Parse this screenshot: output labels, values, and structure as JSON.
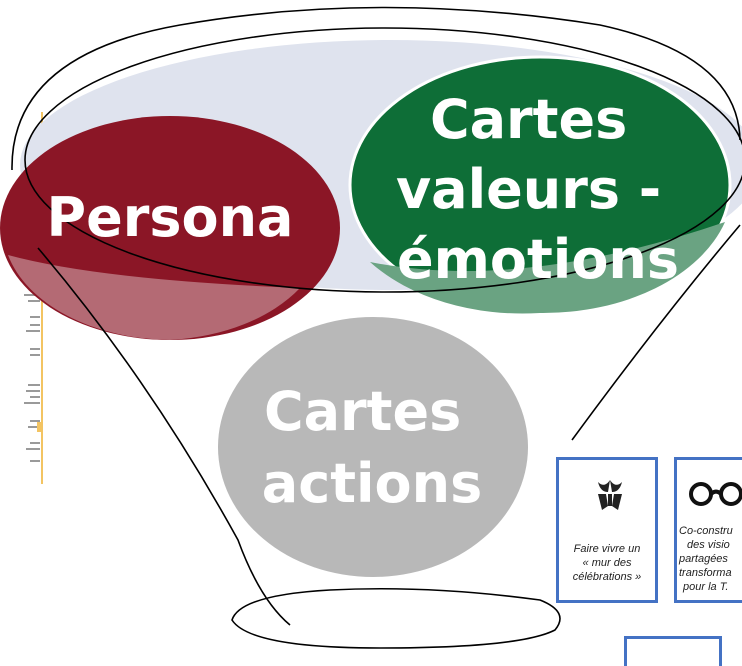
{
  "diagram": {
    "circles": [
      {
        "id": "persona",
        "lines": [
          "Persona"
        ],
        "color": "#8b1626"
      },
      {
        "id": "valeurs",
        "lines": [
          "Cartes",
          "valeurs -",
          "émotions"
        ],
        "color": "#0e6e37"
      },
      {
        "id": "actions",
        "lines": [
          "Cartes",
          "actions"
        ],
        "color": "#b8b8b8"
      }
    ],
    "funnel_color": "#000000"
  },
  "cards": [
    {
      "id": "mur",
      "icon": "celebration-hands-icon",
      "lines": [
        "Faire vivre un",
        "« mur des",
        "célébrations »"
      ]
    },
    {
      "id": "coconstruction",
      "icon": "glasses-icon",
      "lines": [
        "Co-constru",
        "des visio",
        "partagées",
        "transforma",
        "pour la T."
      ]
    }
  ]
}
